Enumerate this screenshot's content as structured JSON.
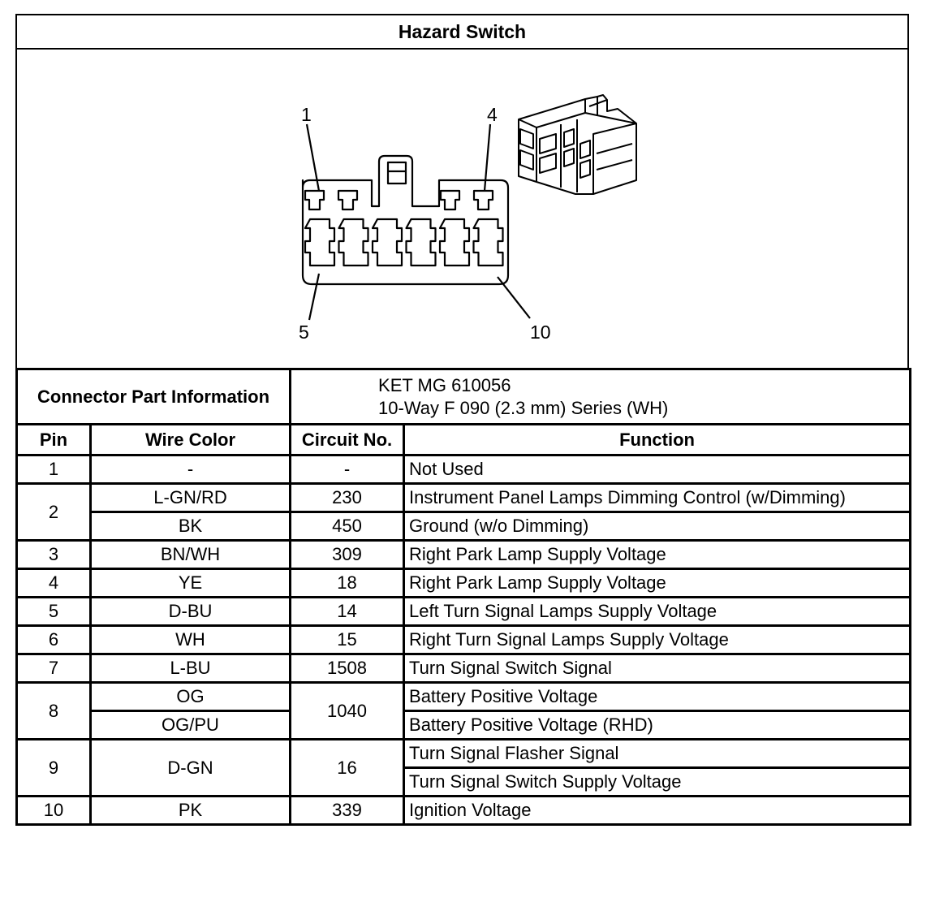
{
  "title": "Hazard Switch",
  "diagram": {
    "pin_labels": [
      "1",
      "4",
      "5",
      "10"
    ]
  },
  "connector_info": {
    "label": "Connector Part Information",
    "line1": "KET MG 610056",
    "line2": "10-Way F 090 (2.3 mm) Series (WH)"
  },
  "headers": {
    "pin": "Pin",
    "wire_color": "Wire Color",
    "circuit": "Circuit No.",
    "function": "Function"
  },
  "rows": [
    {
      "pin": "1",
      "wire": "-",
      "circuit": "-",
      "function": "Not Used"
    },
    {
      "pin": "2",
      "wire": "L-GN/RD",
      "circuit": "230",
      "function": "Instrument Panel Lamps Dimming Control (w/Dimming)"
    },
    {
      "pin": "",
      "wire": "BK",
      "circuit": "450",
      "function": "Ground (w/o Dimming)"
    },
    {
      "pin": "3",
      "wire": "BN/WH",
      "circuit": "309",
      "function": "Right Park Lamp Supply Voltage"
    },
    {
      "pin": "4",
      "wire": "YE",
      "circuit": "18",
      "function": "Right Park Lamp Supply Voltage"
    },
    {
      "pin": "5",
      "wire": "D-BU",
      "circuit": "14",
      "function": "Left Turn Signal Lamps Supply Voltage"
    },
    {
      "pin": "6",
      "wire": "WH",
      "circuit": "15",
      "function": "Right Turn Signal Lamps Supply Voltage"
    },
    {
      "pin": "7",
      "wire": "L-BU",
      "circuit": "1508",
      "function": "Turn Signal Switch Signal"
    },
    {
      "pin": "8",
      "wire": "OG",
      "circuit": "1040",
      "function": "Battery Positive Voltage"
    },
    {
      "pin": "",
      "wire": "OG/PU",
      "circuit": "",
      "function": "Battery Positive Voltage (RHD)"
    },
    {
      "pin": "9",
      "wire": "D-GN",
      "circuit": "16",
      "function": "Turn Signal Flasher Signal"
    },
    {
      "pin": "",
      "wire": "",
      "circuit": "",
      "function": "Turn Signal Switch Supply Voltage"
    },
    {
      "pin": "10",
      "wire": "PK",
      "circuit": "339",
      "function": "Ignition Voltage"
    }
  ]
}
